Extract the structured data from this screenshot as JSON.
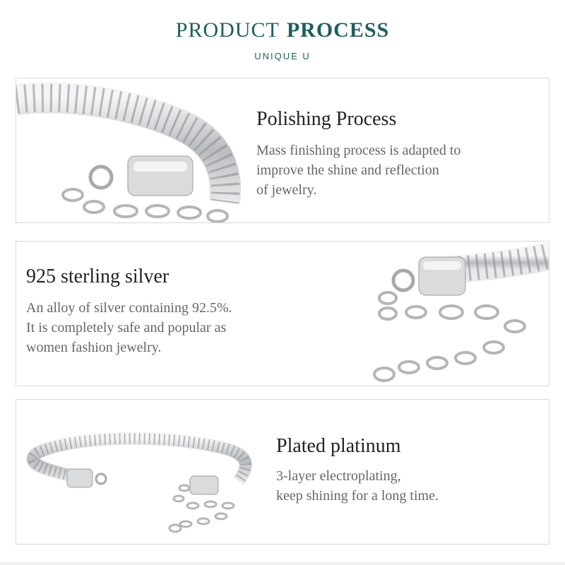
{
  "header": {
    "title_regular": "PRODUCT",
    "title_bold": "PROCESS",
    "subtitle": "UNIQUE U"
  },
  "sections": [
    {
      "title": "Polishing Process",
      "desc_lines": [
        "Mass finishing process is adapted to",
        "improve the shine and reflection",
        "of jewelry."
      ],
      "image": "snake-chain-bracelet-clasp-closeup"
    },
    {
      "title": "925 sterling silver",
      "desc_lines": [
        "An alloy of silver containing 92.5%.",
        "It is completely safe and popular as",
        "women fashion jewelry."
      ],
      "image": "bracelet-extender-chain-closeup"
    },
    {
      "title": "Plated platinum",
      "desc_lines": [
        "3-layer electroplating,",
        "keep shining for a long time."
      ],
      "image": "full-snake-chain-bracelet"
    }
  ],
  "colors": {
    "heading": "#1f5d60",
    "card_border": "#d8d8d8",
    "text_dark": "#222222",
    "text_gray": "#666666",
    "silver": "#c9cbce"
  }
}
